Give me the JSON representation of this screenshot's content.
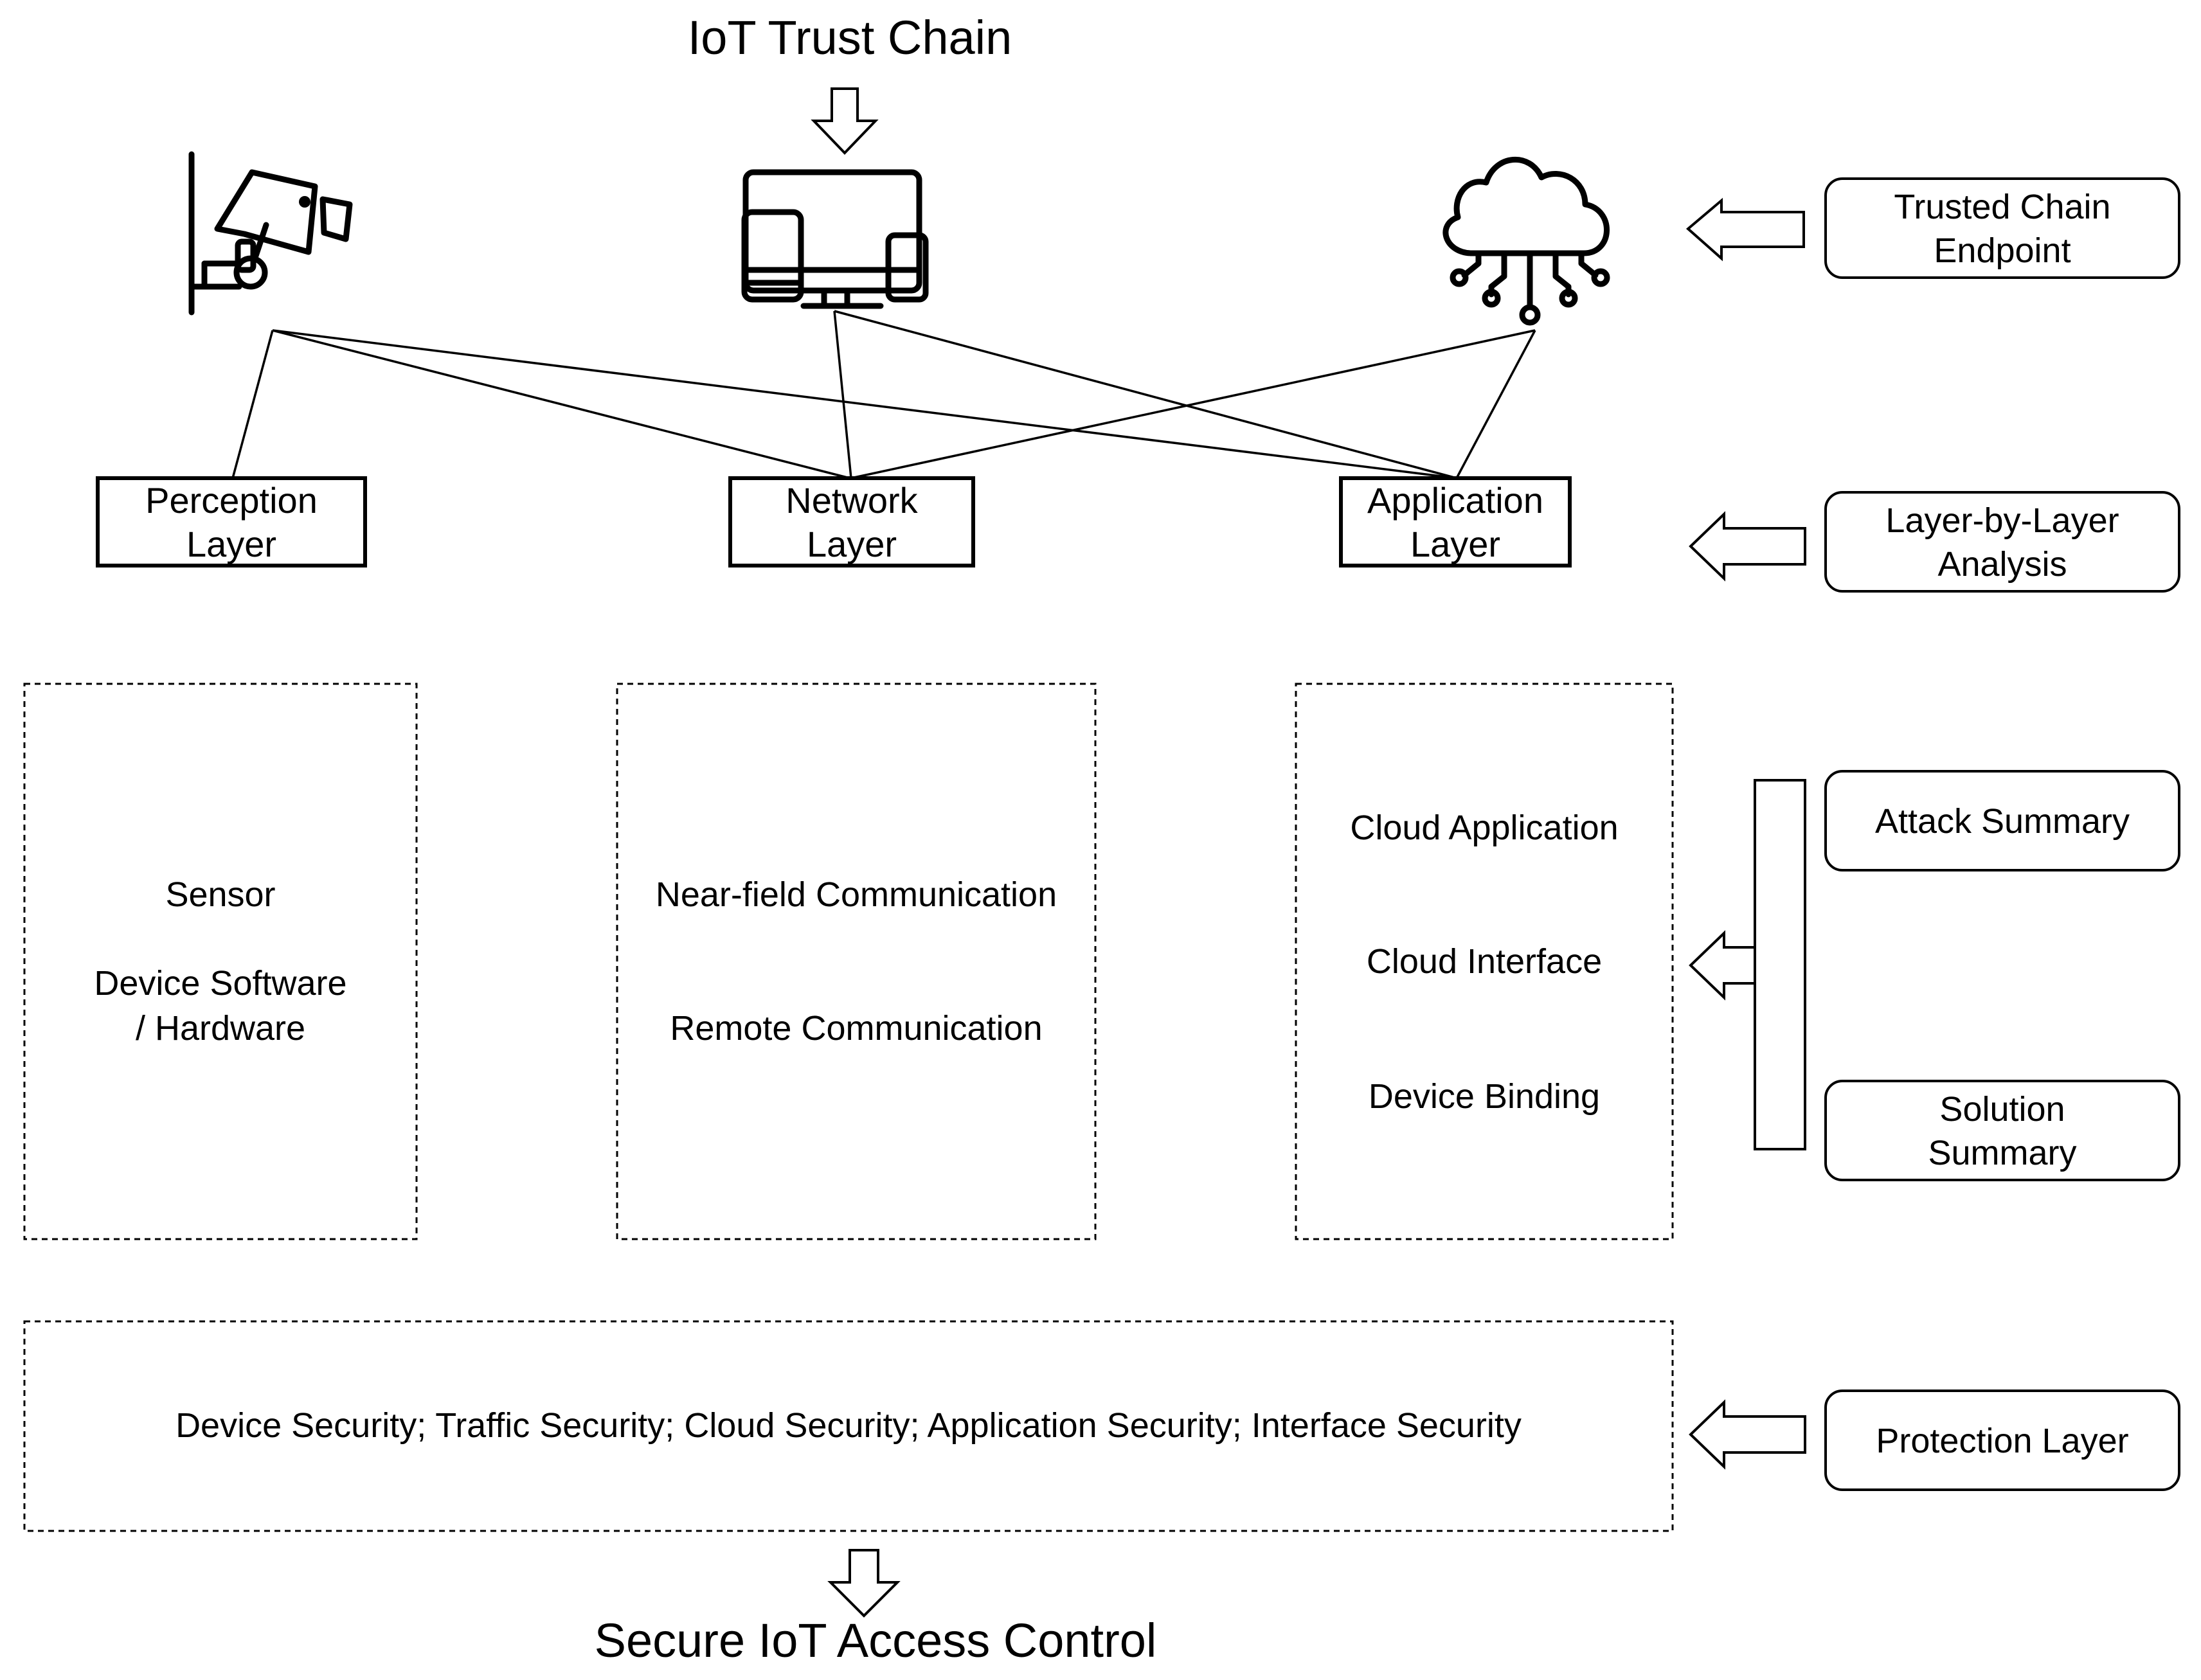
{
  "title": "IoT Trust Chain",
  "footer": "Secure IoT Access Control",
  "icons": {
    "device": "security-camera-icon",
    "network": "multi-device-icon",
    "cloud": "cloud-network-icon"
  },
  "layers": [
    {
      "line1": "Perception",
      "line2": "Layer"
    },
    {
      "line1": "Network",
      "line2": "Layer"
    },
    {
      "line1": "Application",
      "line2": "Layer"
    }
  ],
  "details": {
    "perception": {
      "line1": "Sensor",
      "line2": "Device Software",
      "line3": "/ Hardware"
    },
    "network": {
      "line1": "Near-field Communication",
      "line2": "Remote Communication"
    },
    "application": {
      "line1": "Cloud Application",
      "line2": "Cloud Interface",
      "line3": "Device Binding"
    }
  },
  "protection_text": "Device Security; Traffic Security; Cloud Security; Application Security; Interface Security",
  "side_labels": {
    "trusted": {
      "line1": "Trusted Chain",
      "line2": "Endpoint"
    },
    "analysis": {
      "line1": "Layer-by-Layer",
      "line2": "Analysis"
    },
    "attack": "Attack Summary",
    "solution": {
      "line1": "Solution",
      "line2": "Summary"
    },
    "protection": "Protection Layer"
  }
}
